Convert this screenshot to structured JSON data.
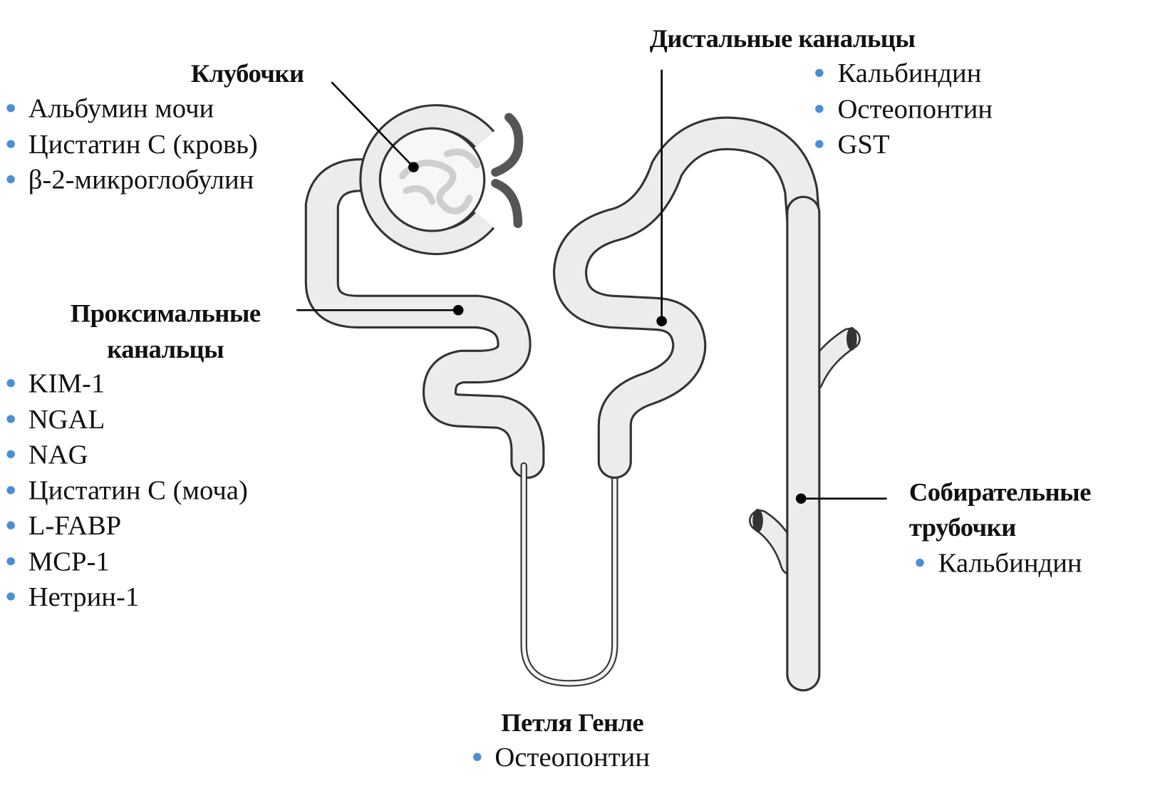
{
  "colors": {
    "bullet": "#4a8fd6",
    "tube_fill": "#ececec",
    "tube_outline": "#3a3a3a",
    "vessel": "#5a5a5a"
  },
  "glomeruli": {
    "title": "Клубочки",
    "items": [
      "Альбумин мочи",
      "Цистатин С (кровь)",
      "β-2-микроглобулин"
    ]
  },
  "proximal": {
    "title_line1": "Проксимальные",
    "title_line2": "канальцы",
    "items": [
      "KIM-1",
      "NGAL",
      "NAG",
      "Цистатин С (моча)",
      "L-FABP",
      "MCP-1",
      "Нетрин-1"
    ]
  },
  "distal": {
    "title": "Дистальные канальцы",
    "items": [
      "Кальбиндин",
      "Остеопонтин",
      "GST"
    ]
  },
  "collecting": {
    "title_line1": "Собирательные",
    "title_line2": "трубочки",
    "items": [
      "Кальбиндин"
    ]
  },
  "henle": {
    "title": "Петля Генле",
    "items": [
      "Остеопонтин"
    ]
  }
}
